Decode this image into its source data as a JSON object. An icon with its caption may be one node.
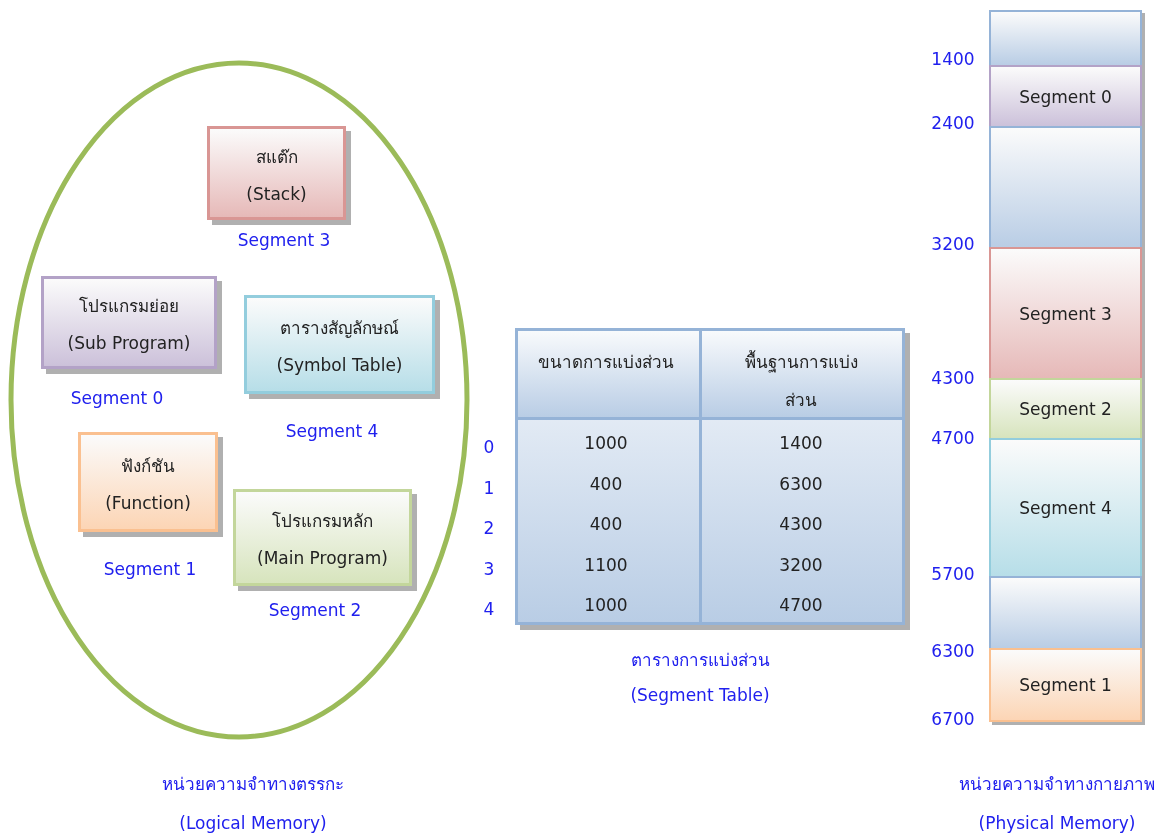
{
  "diagram": {
    "nodes": [
      {
        "text": [
          "หน่วยความจำทางตรรกะ",
          "(Logical Memory)"
        ]
      },
      {
        "text": [
          "สแต๊ก",
          "(Stack)"
        ],
        "in": 0,
        "beside": [
          "Segment 3"
        ]
      },
      {
        "text": [
          "โปรแกรมย่อย",
          "(Sub Program)"
        ],
        "in": 0,
        "beside": [
          "Segment 0"
        ]
      },
      {
        "text": [
          "ตารางสัญลักษณ์",
          "(Symbol Table)"
        ],
        "in": 0,
        "beside": [
          "Segment 4"
        ]
      },
      {
        "text": [
          "ฟังก์ชัน",
          "(Function)"
        ],
        "in": 0,
        "beside": [
          "Segment 1"
        ]
      },
      {
        "text": [
          "โปรแกรมหลัก",
          "(Main Program)"
        ],
        "in": 0,
        "beside": [
          "Segment 2"
        ]
      },
      {
        "text": [
          "ตารางการแบ่งส่วน",
          "(Segment Table)"
        ]
      },
      {
        "text": [
          "หน่วยความจำทางกายภาพ",
          "(Physical Memory)"
        ]
      },
      {
        "text": [],
        "shape": "box",
        "in": 7
      },
      {
        "text": [
          "Segment 0"
        ],
        "in": 7
      },
      {
        "text": [],
        "shape": "box",
        "in": 7
      },
      {
        "text": [
          "Segment 3"
        ],
        "in": 7
      },
      {
        "text": [
          "Segment 2"
        ],
        "in": 7
      },
      {
        "text": [
          "Segment 4"
        ],
        "in": 7
      },
      {
        "text": [],
        "shape": "box",
        "in": 7
      },
      {
        "text": [
          "Segment 1"
        ],
        "in": 7
      }
    ],
    "labels": [
      "ขนาดการแบ่งส่วน",
      "พื้นฐานการแบ่งส่วน",
      "0",
      "1000",
      "1400",
      "1",
      "400",
      "6300",
      "2",
      "400",
      "4300",
      "3",
      "1100",
      "3200",
      "4",
      "1000",
      "4700",
      "1400",
      "2400",
      "3200",
      "4300",
      "4700",
      "5700",
      "6300",
      "6700"
    ]
  }
}
